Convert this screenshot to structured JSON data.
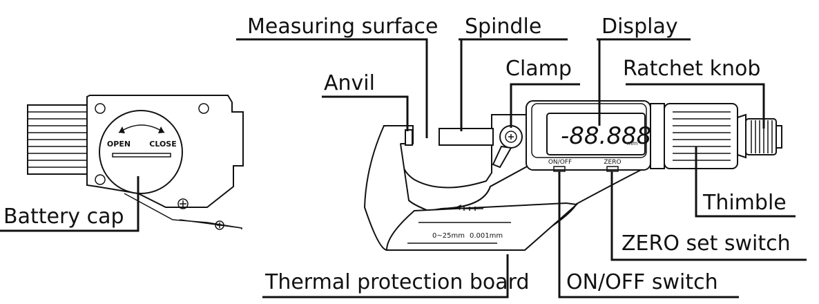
{
  "labels": {
    "measuring_surface": "Measuring surface",
    "spindle": "Spindle",
    "display": "Display",
    "anvil": "Anvil",
    "clamp": "Clamp",
    "ratchet_knob": "Ratchet knob",
    "thimble": "Thimble",
    "zero_set_switch": "ZERO set switch",
    "on_off_switch": "ON/OFF switch",
    "thermal_protection_board": "Thermal protection board",
    "battery_cap": "Battery cap"
  },
  "battery_cap": {
    "open": "OPEN",
    "close": "CLOSE"
  },
  "display_panel": {
    "reading": "-88.888",
    "unit": "mm",
    "on_off": "ON/OFF",
    "zero": "ZERO"
  },
  "frame_marking": {
    "range": "0~25mm",
    "resolution": "0.001mm"
  },
  "colors": {
    "ink": "#111111",
    "background": "#ffffff"
  }
}
